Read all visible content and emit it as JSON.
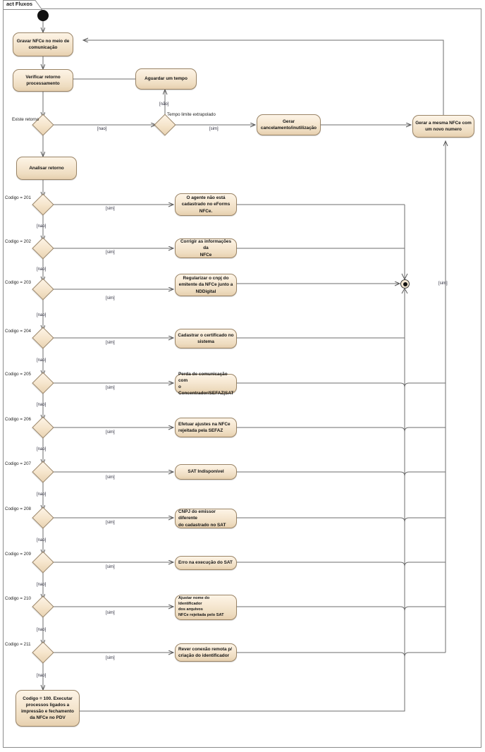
{
  "diagram": {
    "frame_tab_label": "act Fluxos",
    "title": "act Fluxos",
    "accent_fill": "#f5e6d0",
    "accent_border": "#9a8466",
    "line_color": "#6e6e6e",
    "text_color": "#141414"
  },
  "nodes": {
    "initial": {
      "name": "initial-node"
    },
    "gravar": {
      "label": "Gravar NFCe no meio de\ncomunicação"
    },
    "verificar": {
      "label": "Verificar retorno\nprocessamento"
    },
    "aguardar": {
      "label": "Aguardar um tempo"
    },
    "gerar_cancelamento": {
      "label": "Gerar\ncancelamento/inutilização"
    },
    "gerar_mesma": {
      "label": "Gerar a mesma NFCe com\num novo numero"
    },
    "analisar": {
      "label": "Analisar retorno"
    },
    "final_flow": {
      "label": "Codigo = 100. Executar\nprocessos ligados a\nimpressão e fechamento\nda NFCe no PDV"
    },
    "activity_final": {
      "name": "activity-final-node"
    }
  },
  "decisions": {
    "existe_retorno": {
      "caption": "Existe retorno"
    },
    "tempo_limite": {
      "caption": "Tempo limite extrapolado"
    }
  },
  "guards": {
    "sim": "[sim]",
    "nao": "[nao]",
    "nao_accent": "[não]"
  },
  "branches": [
    {
      "caption": "Codigo = 201",
      "guard_yes": "[sim]",
      "guard_no": "[nao]",
      "action": "O agente não está\ncadastrado no eForms\nNFCe."
    },
    {
      "caption": "Codigo = 202",
      "guard_yes": "[sim]",
      "guard_no": "[nao]",
      "action": "Corrigir as informações da\nNFCe"
    },
    {
      "caption": "Codigo = 203",
      "guard_yes": "[sim]",
      "guard_no": "[nao]",
      "action": "Regularizar o cnpj do\nemitente da NFCe junto a\nNDDigital"
    },
    {
      "caption": "Codigo = 204",
      "guard_yes": "[sim]",
      "guard_no": "[nao]",
      "action": "Cadastrar o certificado no\nsistema"
    },
    {
      "caption": "Codigo = 205",
      "guard_yes": "[sim]",
      "guard_no": "[nao]",
      "action": "Perda de comunicação com\no Concentrador/SEFAZ|SAT"
    },
    {
      "caption": "Codigo = 206",
      "guard_yes": "[sim]",
      "guard_no": "[nao]",
      "action": "Efetuar ajustes na NFCe\nrejeitada pela SEFAZ"
    },
    {
      "caption": "Codigo = 207",
      "guard_yes": "[sim]",
      "guard_no": "[nao]",
      "action": "SAT Indisponível"
    },
    {
      "caption": "Codigo = 208",
      "guard_yes": "[sim]",
      "guard_no": "[nao]",
      "action": "CNPJ do emissor diferente\ndo cadastrado no SAT"
    },
    {
      "caption": "Codigo = 209",
      "guard_yes": "[sim]",
      "guard_no": "[nao]",
      "action": "Erro na execução do SAT"
    },
    {
      "caption": "Codigo = 210",
      "guard_yes": "[sim]",
      "guard_no": "[nao]",
      "action": "Ajustar nome do Identificador\ndos arquivos\nNFCe rejeitada pelo SAT"
    },
    {
      "caption": "Codigo = 211",
      "guard_yes": "[sim]",
      "guard_no": "[nao]",
      "action": "Rever conexão remota p/\ncriação do identificador"
    }
  ],
  "edge_labels": {
    "existe_retorno_no": "[nao]",
    "tempo_limite_no": "[não]",
    "tempo_limite_yes": "[sim]",
    "right_return": "[sim]"
  }
}
